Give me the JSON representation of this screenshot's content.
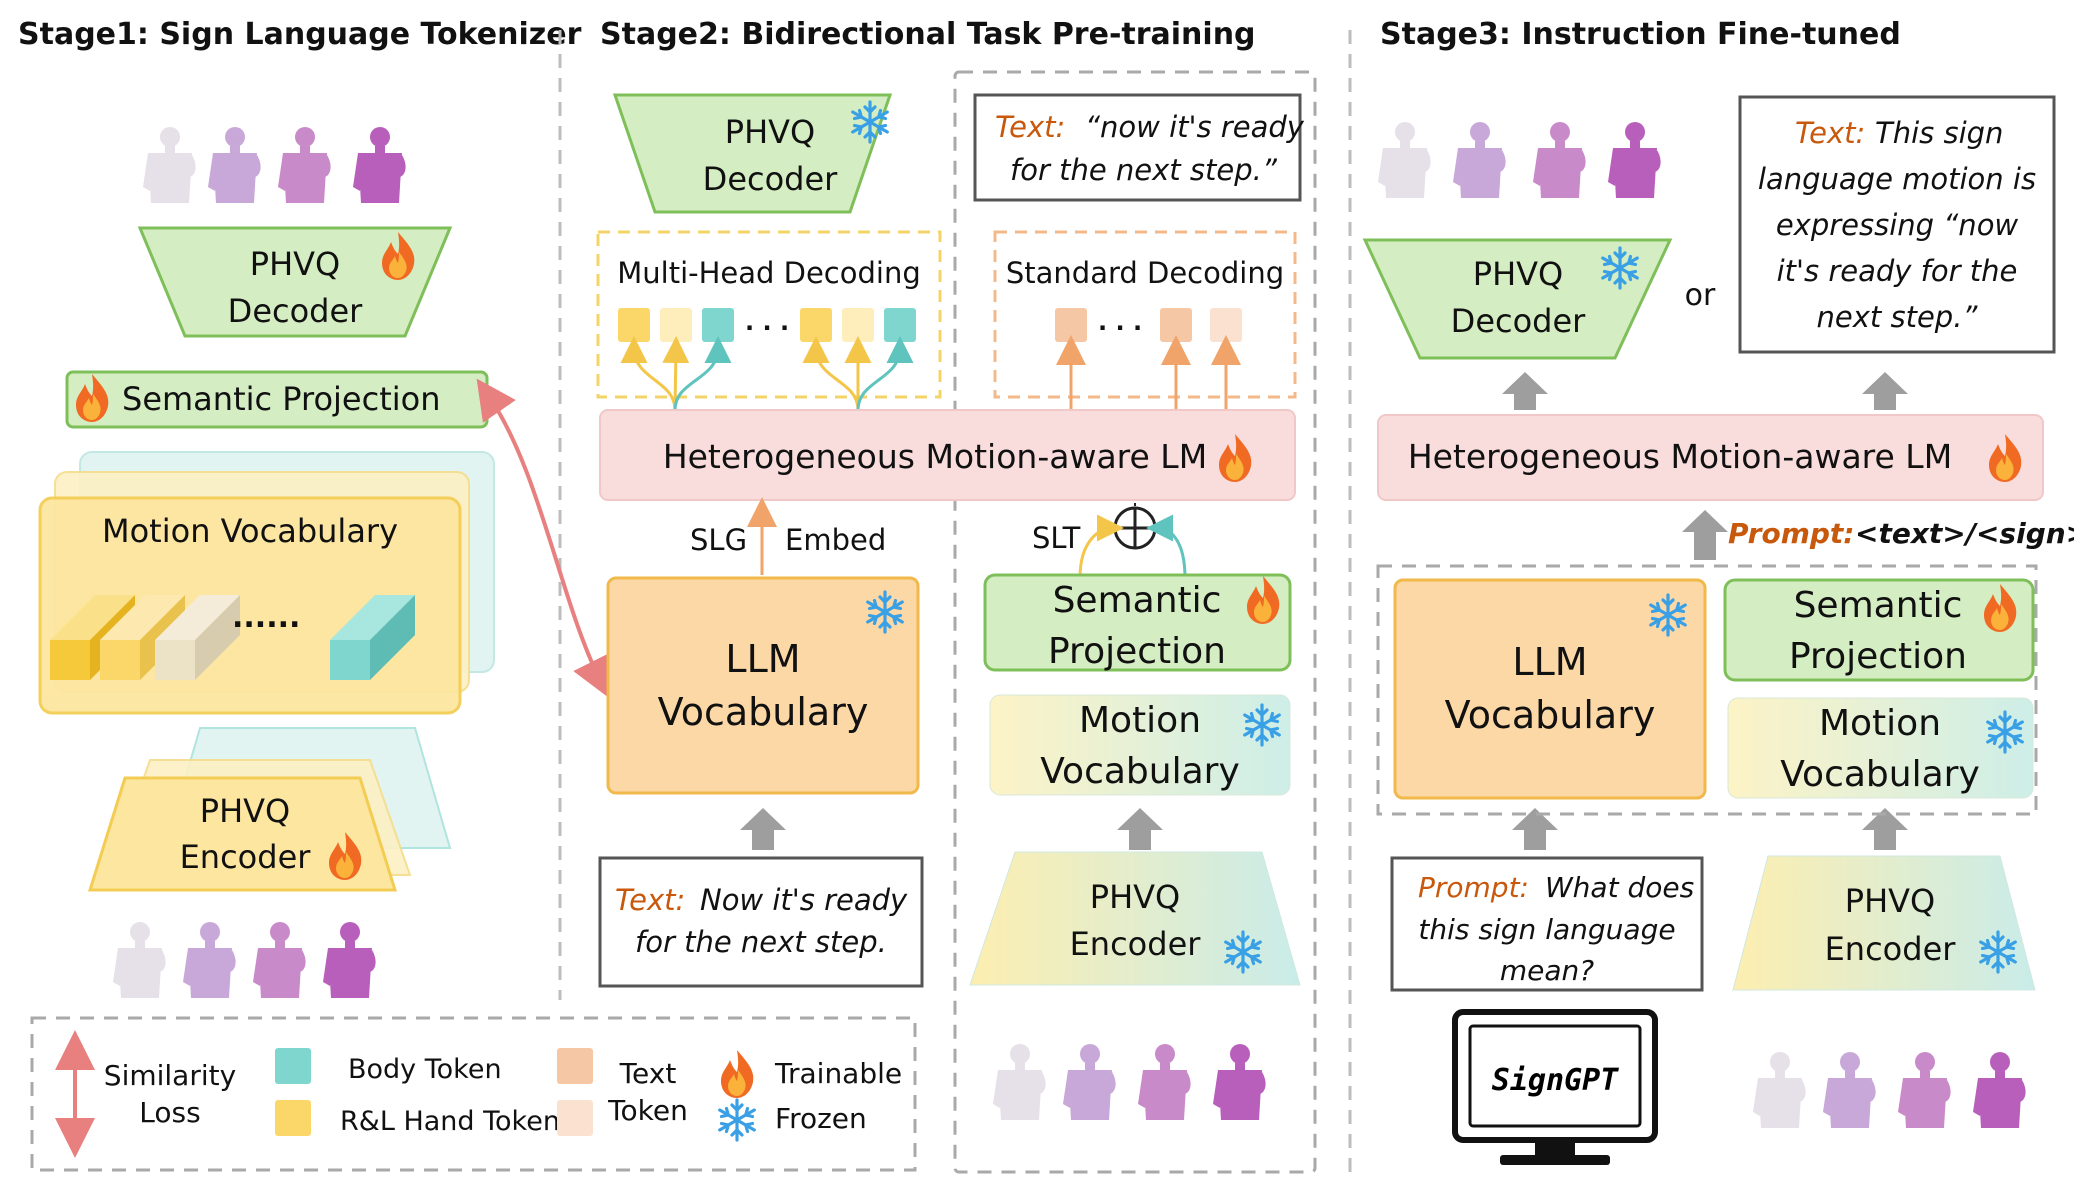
{
  "stages": {
    "stage1_title": "Stage1: Sign Language Tokenizer",
    "stage2_title": "Stage2: Bidirectional Task Pre-training",
    "stage3_title": "Stage3: Instruction Fine-tuned"
  },
  "stage1": {
    "decoder_line1": "PHVQ",
    "decoder_line2": "Decoder",
    "semantic_projection": "Semantic Projection",
    "motion_vocabulary": "Motion Vocabulary",
    "dots": "......",
    "encoder_line1": "PHVQ",
    "encoder_line2": "Encoder"
  },
  "stage2": {
    "decoder_line1": "PHVQ",
    "decoder_line2": "Decoder",
    "text_label": "Text:",
    "text_out_line1": "“now it's ready",
    "text_out_line2": "for the next step.”",
    "multi_head_decoding": "Multi-Head Decoding",
    "standard_decoding": "Standard Decoding",
    "lm": "Heterogeneous Motion-aware LM",
    "slg": "SLG",
    "embed": "Embed",
    "slt": "SLT",
    "llm_vocab_line1": "LLM",
    "llm_vocab_line2": "Vocabulary",
    "sem_proj_line1": "Semantic",
    "sem_proj_line2": "Projection",
    "motion_vocab_line1": "Motion",
    "motion_vocab_line2": "Vocabulary",
    "text_in_label": "Text:",
    "text_in_line1": "Now it's ready",
    "text_in_line2": "for the next step.",
    "encoder_line1": "PHVQ",
    "encoder_line2": "Encoder"
  },
  "stage3": {
    "decoder_line1": "PHVQ",
    "decoder_line2": "Decoder",
    "or": "or",
    "text_label": "Text:",
    "text_line1": "This sign",
    "text_line2": "language motion is",
    "text_line3": "expressing “now",
    "text_line4": "it's ready for the",
    "text_line5": "next step.”",
    "lm": "Heterogeneous Motion-aware LM",
    "prompt_label": "Prompt:",
    "prompt_tags": "<text>/<sign>",
    "llm_vocab_line1": "LLM",
    "llm_vocab_line2": "Vocabulary",
    "sem_proj_line1": "Semantic",
    "sem_proj_line2": "Projection",
    "motion_vocab_line1": "Motion",
    "motion_vocab_line2": "Vocabulary",
    "q_label": "Prompt:",
    "q_line1": "What does",
    "q_line2": "this sign language",
    "q_line3": "mean?",
    "monitor_text": "SignGPT",
    "encoder_line1": "PHVQ",
    "encoder_line2": "Encoder"
  },
  "legend": {
    "similarity_line1": "Similarity",
    "similarity_line2": "Loss",
    "body_token": "Body Token",
    "hand_token": "R&L Hand Token",
    "text_token_line1": "Text",
    "text_token_line2": "Token",
    "trainable": "Trainable",
    "frozen": "Frozen"
  },
  "colors": {
    "green_fill": "#d4edc2",
    "green_stroke": "#7fbf5a",
    "yellow_fill": "#fde9a8",
    "yellow_stroke": "#f3cd53",
    "orange_fill": "#fcd8a6",
    "orange_stroke": "#f0b94a",
    "pink_fill": "#f9dcdc",
    "teal_token": "#7fd6cf",
    "yellow_token": "#fbd76a",
    "text_token": "#f6c7a4",
    "accent_orange": "#c8590c",
    "snow_blue": "#3aa0e6",
    "flame_red": "#e2481f",
    "similarity_arrow": "#e8807f"
  }
}
